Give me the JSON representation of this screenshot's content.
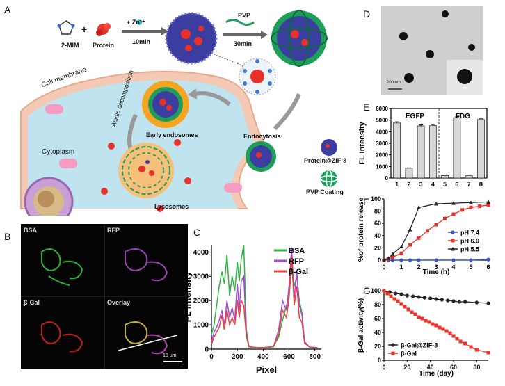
{
  "panel_labels": {
    "A": "A",
    "B": "B",
    "C": "C",
    "D": "D",
    "E": "E",
    "F": "F",
    "G": "G"
  },
  "panel_a": {
    "mim_label": "2-MIM",
    "protein_label": "Protein",
    "plus": "+",
    "zn_label": "+ Zn²⁺",
    "step1_time": "10min",
    "pvp_label": "PVP",
    "step2_time": "30min",
    "cell_membrane": "Cell membrane",
    "acidic_decomposition": "Acidic decomposition",
    "early_endosomes": "Early endosomes",
    "endocytosis": "Endocytosis",
    "cytoplasm": "Cytoplasm",
    "lysosomes": "Lysosomes",
    "legend_protein_zif": "Protein@ZIF-8",
    "legend_pvp": "PVP Coating",
    "colors": {
      "cell": "#bfe4ef",
      "membrane": "#f3c9b5",
      "particle": "#3b3ea0",
      "pvp_shell": "#1e9e5a",
      "protein": "#e8312a",
      "endosome": "#f4a623"
    }
  },
  "panel_b": {
    "quadrants": [
      "BSA",
      "RFP",
      "β-Gal",
      "Overlay"
    ],
    "scale_bar": "10 μm",
    "colors": {
      "bsa": "#2ecc40",
      "rfp": "#b04fd0",
      "gal": "#e02424"
    }
  },
  "panel_d": {
    "scale_text": "200 nm"
  },
  "chart_data": [
    {
      "id": "C",
      "type": "line",
      "xlabel": "Pixel",
      "ylabel": "FL Intensity",
      "xlim": [
        0,
        850
      ],
      "ylim": [
        0,
        4300
      ],
      "xticks": [
        0,
        200,
        400,
        600,
        800
      ],
      "yticks": [
        0,
        1000,
        2000,
        3000,
        4000
      ],
      "legend_position": "top-right",
      "series": [
        {
          "name": "BSA",
          "color": "#2fb344",
          "points": [
            [
              0,
              600
            ],
            [
              20,
              1000
            ],
            [
              40,
              1800
            ],
            [
              60,
              2600
            ],
            [
              80,
              3200
            ],
            [
              100,
              2700
            ],
            [
              120,
              3900
            ],
            [
              140,
              2200
            ],
            [
              160,
              3000
            ],
            [
              180,
              2400
            ],
            [
              200,
              3600
            ],
            [
              215,
              2800
            ],
            [
              230,
              3700
            ],
            [
              250,
              4300
            ],
            [
              270,
              800
            ],
            [
              290,
              100
            ],
            [
              320,
              80
            ],
            [
              360,
              60
            ],
            [
              400,
              60
            ],
            [
              440,
              80
            ],
            [
              480,
              120
            ],
            [
              520,
              500
            ],
            [
              550,
              1200
            ],
            [
              580,
              1800
            ],
            [
              600,
              2200
            ],
            [
              620,
              3300
            ],
            [
              640,
              2600
            ],
            [
              660,
              3000
            ],
            [
              680,
              2000
            ],
            [
              700,
              1500
            ],
            [
              720,
              300
            ],
            [
              760,
              80
            ],
            [
              820,
              60
            ]
          ]
        },
        {
          "name": "RFP",
          "color": "#a24bd6",
          "points": [
            [
              0,
              300
            ],
            [
              20,
              700
            ],
            [
              40,
              900
            ],
            [
              60,
              1200
            ],
            [
              80,
              1600
            ],
            [
              100,
              1000
            ],
            [
              120,
              2000
            ],
            [
              140,
              1300
            ],
            [
              160,
              1700
            ],
            [
              180,
              1200
            ],
            [
              200,
              2700
            ],
            [
              215,
              1600
            ],
            [
              230,
              2800
            ],
            [
              250,
              3000
            ],
            [
              270,
              600
            ],
            [
              290,
              100
            ],
            [
              320,
              80
            ],
            [
              360,
              60
            ],
            [
              400,
              60
            ],
            [
              440,
              80
            ],
            [
              480,
              100
            ],
            [
              520,
              800
            ],
            [
              550,
              2000
            ],
            [
              580,
              1600
            ],
            [
              600,
              2600
            ],
            [
              620,
              4200
            ],
            [
              640,
              2100
            ],
            [
              660,
              3200
            ],
            [
              680,
              1800
            ],
            [
              700,
              1400
            ],
            [
              720,
              300
            ],
            [
              760,
              80
            ],
            [
              820,
              60
            ]
          ]
        },
        {
          "name": "β-Gal",
          "color": "#e8403a",
          "points": [
            [
              0,
              200
            ],
            [
              20,
              500
            ],
            [
              40,
              700
            ],
            [
              60,
              900
            ],
            [
              80,
              1400
            ],
            [
              100,
              800
            ],
            [
              120,
              1600
            ],
            [
              140,
              1000
            ],
            [
              160,
              1300
            ],
            [
              180,
              1000
            ],
            [
              200,
              2000
            ],
            [
              215,
              1300
            ],
            [
              230,
              2000
            ],
            [
              250,
              1800
            ],
            [
              270,
              500
            ],
            [
              290,
              100
            ],
            [
              320,
              80
            ],
            [
              360,
              60
            ],
            [
              400,
              60
            ],
            [
              440,
              80
            ],
            [
              480,
              100
            ],
            [
              520,
              600
            ],
            [
              550,
              1600
            ],
            [
              580,
              1300
            ],
            [
              600,
              2100
            ],
            [
              620,
              3800
            ],
            [
              640,
              1800
            ],
            [
              660,
              2600
            ],
            [
              680,
              1300
            ],
            [
              700,
              1100
            ],
            [
              720,
              250
            ],
            [
              760,
              80
            ],
            [
              820,
              60
            ]
          ]
        }
      ]
    },
    {
      "id": "E",
      "type": "bar",
      "ylabel": "FL Intensity",
      "categories": [
        "1",
        "2",
        "3",
        "4",
        "5",
        "6",
        "7",
        "8"
      ],
      "values": [
        4750,
        850,
        4500,
        4520,
        220,
        5200,
        230,
        5050
      ],
      "errors": [
        100,
        30,
        80,
        100,
        20,
        80,
        20,
        100
      ],
      "ylim": [
        0,
        6000
      ],
      "yticks": [
        0,
        1000,
        2000,
        3000,
        4000,
        5000,
        6000
      ],
      "groups": [
        "EGFP",
        "FDG"
      ],
      "divider_after_category": "4",
      "bar_color": "#d8d8d8"
    },
    {
      "id": "F",
      "type": "line",
      "xlabel": "Time (h)",
      "ylabel": "%of protein release",
      "xlim": [
        0,
        6
      ],
      "ylim": [
        0,
        100
      ],
      "xticks": [
        0,
        1,
        2,
        3,
        4,
        5,
        6
      ],
      "yticks": [
        0,
        20,
        40,
        60,
        80,
        100
      ],
      "legend_position": "bottom-right",
      "series": [
        {
          "name": "pH 7.4",
          "color": "#3355cc",
          "marker": "circle",
          "points": [
            [
              0,
              0
            ],
            [
              0.25,
              0
            ],
            [
              0.5,
              0
            ],
            [
              1,
              0
            ],
            [
              1.5,
              0
            ],
            [
              2,
              0
            ],
            [
              3,
              0
            ],
            [
              4,
              0
            ],
            [
              5,
              0
            ],
            [
              6,
              1
            ]
          ]
        },
        {
          "name": "pH 6.0",
          "color": "#e8332a",
          "marker": "square",
          "points": [
            [
              0,
              0
            ],
            [
              0.25,
              2
            ],
            [
              0.5,
              5
            ],
            [
              1,
              11
            ],
            [
              1.5,
              25
            ],
            [
              2,
              36
            ],
            [
              2.5,
              48
            ],
            [
              3,
              58
            ],
            [
              3.5,
              68
            ],
            [
              4,
              75
            ],
            [
              4.5,
              82
            ],
            [
              5,
              86
            ],
            [
              5.5,
              88
            ],
            [
              6,
              90
            ]
          ]
        },
        {
          "name": "pH 5.5",
          "color": "#222222",
          "marker": "triangle",
          "points": [
            [
              0,
              0
            ],
            [
              0.25,
              3
            ],
            [
              0.5,
              10
            ],
            [
              1,
              22
            ],
            [
              1.5,
              50
            ],
            [
              2,
              86
            ],
            [
              3,
              92
            ],
            [
              4,
              93
            ],
            [
              5,
              94
            ],
            [
              6,
              95
            ]
          ]
        }
      ]
    },
    {
      "id": "G",
      "type": "line",
      "xlabel": "Time (day)",
      "ylabel": "β-Gal activity(%)",
      "xlim": [
        0,
        90
      ],
      "ylim": [
        0,
        100
      ],
      "xticks": [
        0,
        20,
        40,
        60,
        80
      ],
      "yticks": [
        0,
        20,
        40,
        60,
        80,
        100
      ],
      "legend_position": "bottom-left",
      "series": [
        {
          "name": "β-Gal@ZIF-8",
          "color": "#222222",
          "marker": "circle",
          "points": [
            [
              0,
              100
            ],
            [
              5,
              98
            ],
            [
              10,
              96
            ],
            [
              15,
              95
            ],
            [
              20,
              93
            ],
            [
              25,
              92
            ],
            [
              30,
              91
            ],
            [
              35,
              90
            ],
            [
              40,
              89
            ],
            [
              45,
              88
            ],
            [
              50,
              87
            ],
            [
              55,
              86
            ],
            [
              60,
              85
            ],
            [
              65,
              84
            ],
            [
              70,
              84
            ],
            [
              80,
              83
            ],
            [
              90,
              82
            ]
          ]
        },
        {
          "name": "β-Gal",
          "color": "#e8332a",
          "marker": "square",
          "points": [
            [
              0,
              100
            ],
            [
              3,
              96
            ],
            [
              6,
              92
            ],
            [
              9,
              88
            ],
            [
              12,
              85
            ],
            [
              15,
              81
            ],
            [
              18,
              77
            ],
            [
              21,
              73
            ],
            [
              24,
              69
            ],
            [
              27,
              66
            ],
            [
              30,
              62
            ],
            [
              33,
              60
            ],
            [
              36,
              57
            ],
            [
              39,
              55
            ],
            [
              42,
              52
            ],
            [
              45,
              50
            ],
            [
              48,
              47
            ],
            [
              51,
              45
            ],
            [
              54,
              42
            ],
            [
              57,
              39
            ],
            [
              60,
              35
            ],
            [
              63,
              31
            ],
            [
              66,
              27
            ],
            [
              70,
              24
            ],
            [
              75,
              19
            ],
            [
              80,
              15
            ],
            [
              90,
              11
            ]
          ]
        }
      ]
    }
  ]
}
